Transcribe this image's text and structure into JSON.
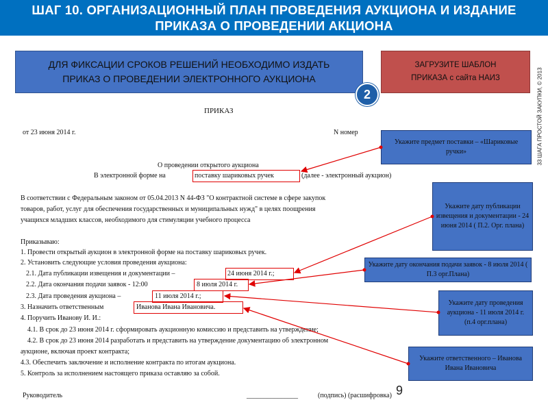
{
  "slide": {
    "title_line1": "ШАГ 10. ОРГАНИЗАЦИОННЫЙ ПЛАН ПРОВЕДЕНИЯ АУКЦИОНА И ИЗДАНИЕ",
    "title_line2": "ПРИКАЗА О ПРОВЕДЕНИИ АКЦИОНА",
    "side_caption": "33 ШАГА ПРОСТОЙ ЗАКУПКИ, © 2013",
    "page_number": "9",
    "step_number": "2",
    "colors": {
      "title_bg": "#0070C0",
      "box_blue": "#4472C4",
      "box_red": "#C0504D",
      "arrow": "#E00000"
    }
  },
  "info_box": {
    "line1": "ДЛЯ ФИКСАЦИИ СРОКОВ РЕШЕНИЙ НЕОБХОДИМО ИЗДАТЬ",
    "line2": "ПРИКАЗ О ПРОВЕДЕНИИ ЭЛЕКТРОННОГО АУКЦИОНА"
  },
  "template_button": {
    "line1": "ЗАГРУЗИТЕ ШАБЛОН",
    "line2": "ПРИКАЗА с сайта НАИЗ"
  },
  "document": {
    "heading": "ПРИКАЗ",
    "date": "от 23 июня 2014 г.",
    "number": "N номер",
    "subject_line1": "О проведении открытого аукциона",
    "subject_line2_pre": "В электронной форме на",
    "subject_line2_hl": "поставку шариковых ручек",
    "subject_line2_post": "(далее - электронный аукцион)",
    "basis_line1": "В соответствии с Федеральным законом от 05.04.2013 N 44-ФЗ \"О контрактной системе в сфере закупок",
    "basis_line2": "товаров, работ, услуг для обеспечения государственных и муниципальных нужд\" в целях поощрения",
    "basis_line3": "учащихся младших классов, необходимого для стимуляции учебного процесса",
    "order_word": "Приказываю:",
    "item1": "1. Провести открытый аукцион в электронной форме на поставку шариковых ручек.",
    "item2": "2. Установить следующие условия проведения аукциона:",
    "item2_1_pre": "2.1. Дата публикации извещения и документации –",
    "item2_1_hl": "24 июня 2014 г.;",
    "item2_2_pre": "2.2. Дата окончания подачи заявок - 12:00",
    "item2_2_hl": "8 июля 2014 г.",
    "item2_3_pre": "2.3. Дата проведения аукциона –",
    "item2_3_hl": "11 июля 2014 г.;",
    "item3_pre": "3. Назначить ответственным",
    "item3_hl": "Иванова Ивана Ивановича.",
    "item4": "4. Поручить Иванову И. И.:",
    "item4_1": "4.1. В срок до 23 июня 2014 г. сформировать аукционную комиссию и представить на утверждение;",
    "item4_2_line1": "4.2. В срок до 23 июня 2014 разработать и представить на утверждение документацию об электронном",
    "item4_2_line2": "аукционе, включая проект контракта;",
    "item4_3": "4.3. Обеспечить заключение и исполнение контракта по итогам аукциона.",
    "item5": "5. Контроль за исполнением настоящего приказа оставляю за собой.",
    "signer": "Руководитель",
    "signature_line": "_______________",
    "signature_caption": "(подпись) (расшифровка)"
  },
  "callouts": {
    "subject": "Укажите предмет поставки – «Шариковые ручки»",
    "publication": "Укажите дату публикации извещения и документации - 24 июня 2014 ( П.2. Орг. плана)",
    "deadline": "Укажите дату окончания подачи заявок - 8 июля 2014 ( П.3 орг.Плана)",
    "auction_date": "Укажите дату проведения аукциона - 11 июля 2014 г. (п.4 орг.плана)",
    "responsible": "Укажите ответственного – Иванова Ивана Ивановича"
  }
}
